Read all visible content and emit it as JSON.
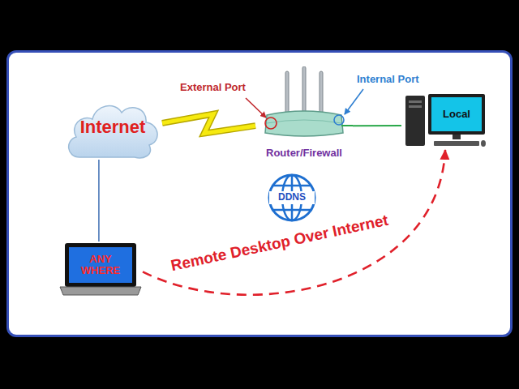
{
  "diagram": {
    "nodes": [
      {
        "text": [
          "Internet"
        ]
      },
      {
        "text": [
          "Router/Firewall"
        ]
      },
      {
        "text": [
          "Local"
        ]
      },
      {
        "text": [
          "ANY WHERE"
        ]
      },
      {
        "text": [
          "DDNS"
        ]
      }
    ],
    "edges": [
      {
        "from": 0,
        "to": 1,
        "arrow": "none"
      },
      {
        "from": 1,
        "to": 2,
        "arrow": "none"
      },
      {
        "from": 0,
        "to": 3,
        "arrow": "none"
      },
      {
        "from": 3,
        "to": 2,
        "label": "Remote Desktop Over Internet",
        "arrow": "to"
      }
    ],
    "labels": [
      "External Port",
      "Internal Port"
    ]
  }
}
